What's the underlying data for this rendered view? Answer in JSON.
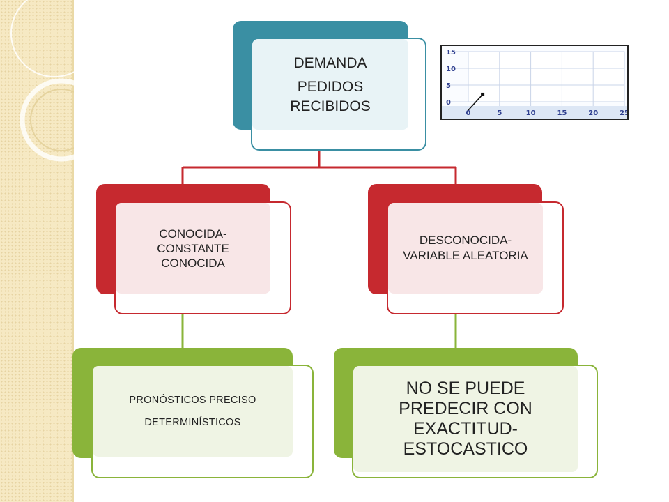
{
  "diagram": {
    "root": {
      "lines": [
        "DEMANDA",
        "PEDIDOS RECIBIDOS"
      ]
    },
    "left_branch": {
      "lines": [
        "CONOCIDA-",
        "CONSTANTE",
        "CONOCIDA"
      ]
    },
    "right_branch": {
      "lines": [
        "DESCONOCIDA-",
        "VARIABLE ALEATORIA"
      ]
    },
    "left_leaf": {
      "lines": [
        "PRONÓSTICOS PRECISO",
        "DETERMINÍSTICOS"
      ]
    },
    "right_leaf": {
      "lines": [
        "NO SE PUEDE",
        "PREDECIR CON",
        "EXACTITUD-",
        "ESTOCASTICO"
      ]
    },
    "colors": {
      "root": "#3a8fa3",
      "level2": "#c6292f",
      "level3": "#8ab43a"
    }
  },
  "chart_data": {
    "type": "line",
    "x_ticks": [
      "0",
      "5",
      "10",
      "15",
      "20",
      "25"
    ],
    "y_ticks": [
      "15",
      "10",
      "5",
      "0"
    ],
    "xlim": [
      0,
      25
    ],
    "ylim": [
      0,
      15
    ],
    "grid": true,
    "series": [
      {
        "x": [
          0,
          2.3
        ],
        "y": [
          -2.5,
          2.2
        ]
      }
    ]
  }
}
